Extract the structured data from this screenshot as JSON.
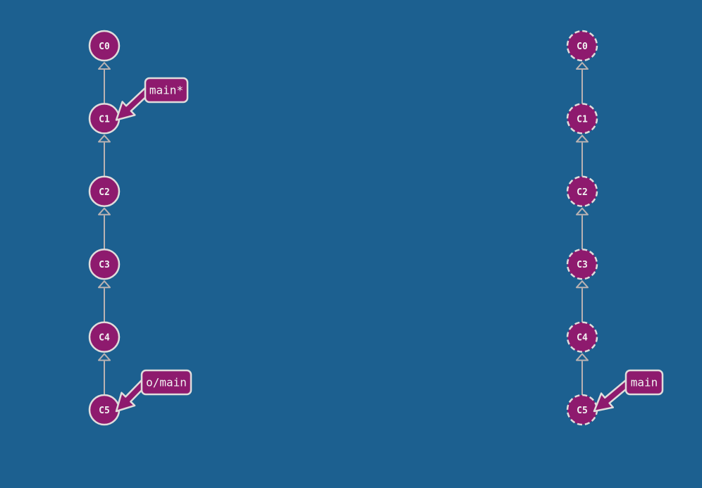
{
  "colors": {
    "background": "#1c6090",
    "commit_fill": "#8e1a6e",
    "commit_stroke": "#e0dcdc",
    "edge": "#b9b2b2",
    "branch_fill": "#8e1a6e",
    "branch_stroke": "#e0dcdc",
    "text": "#f2f2f2"
  },
  "local_repo": {
    "commits": [
      {
        "id": "C0",
        "label": "C0"
      },
      {
        "id": "C1",
        "label": "C1"
      },
      {
        "id": "C2",
        "label": "C2"
      },
      {
        "id": "C3",
        "label": "C3"
      },
      {
        "id": "C4",
        "label": "C4"
      },
      {
        "id": "C5",
        "label": "C5"
      }
    ],
    "edges": [
      {
        "from": "C1",
        "to": "C0"
      },
      {
        "from": "C2",
        "to": "C1"
      },
      {
        "from": "C3",
        "to": "C2"
      },
      {
        "from": "C4",
        "to": "C3"
      },
      {
        "from": "C5",
        "to": "C4"
      }
    ],
    "branches": [
      {
        "label": "main*",
        "target": "C1"
      },
      {
        "label": "o/main",
        "target": "C5"
      }
    ]
  },
  "remote_repo": {
    "commits": [
      {
        "id": "C0",
        "label": "C0"
      },
      {
        "id": "C1",
        "label": "C1"
      },
      {
        "id": "C2",
        "label": "C2"
      },
      {
        "id": "C3",
        "label": "C3"
      },
      {
        "id": "C4",
        "label": "C4"
      },
      {
        "id": "C5",
        "label": "C5"
      }
    ],
    "edges": [
      {
        "from": "C1",
        "to": "C0"
      },
      {
        "from": "C2",
        "to": "C1"
      },
      {
        "from": "C3",
        "to": "C2"
      },
      {
        "from": "C4",
        "to": "C3"
      },
      {
        "from": "C5",
        "to": "C4"
      }
    ],
    "branches": [
      {
        "label": "main",
        "target": "C5"
      }
    ]
  }
}
